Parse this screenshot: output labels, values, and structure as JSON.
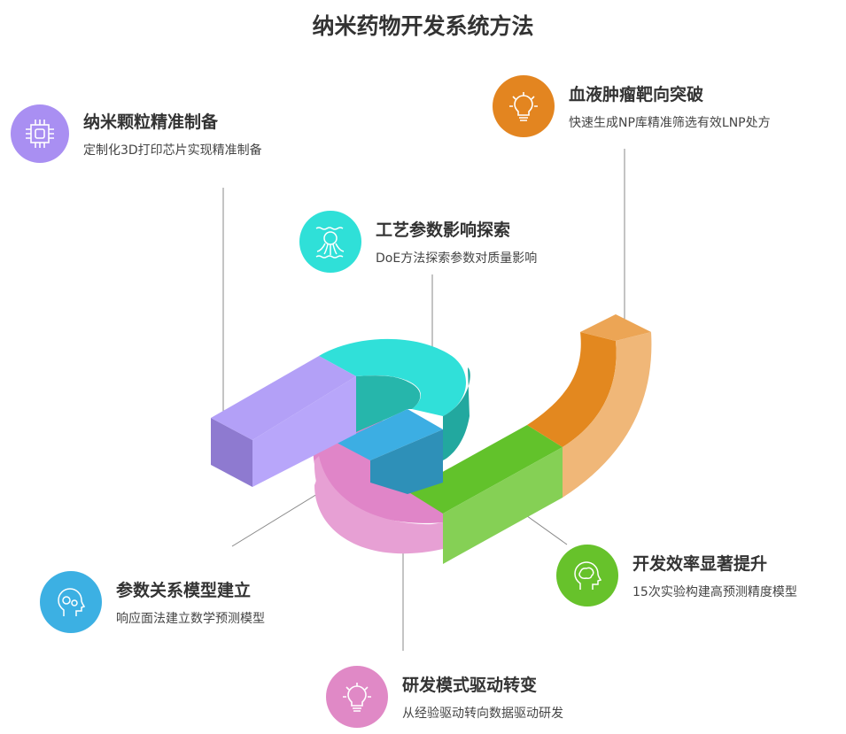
{
  "title": "纳米药物开发系统方法",
  "items": [
    {
      "title": "纳米颗粒精准制备",
      "desc": "定制化3D打印芯片实现精准制备",
      "color": "#a98ff2",
      "icon": "chip-icon"
    },
    {
      "title": "血液肿瘤靶向突破",
      "desc": "快速生成NP库精准筛选有效LNP处方",
      "color": "#e38520",
      "icon": "lightbulb-icon"
    },
    {
      "title": "工艺参数影响探索",
      "desc": "DoE方法探索参数对质量影响",
      "color": "#2fe0d8",
      "icon": "octopus-icon"
    },
    {
      "title": "参数关系模型建立",
      "desc": "响应面法建立数学预测模型",
      "color": "#3cb0e3",
      "icon": "head-gears-icon"
    },
    {
      "title": "开发效率显著提升",
      "desc": "15次实验构建高预测精度模型",
      "color": "#67c22b",
      "icon": "head-brain-icon"
    },
    {
      "title": "研发模式驱动转变",
      "desc": "从经验驱动转向数据驱动研发",
      "color": "#e089c6",
      "icon": "lightbulb-icon"
    }
  ]
}
